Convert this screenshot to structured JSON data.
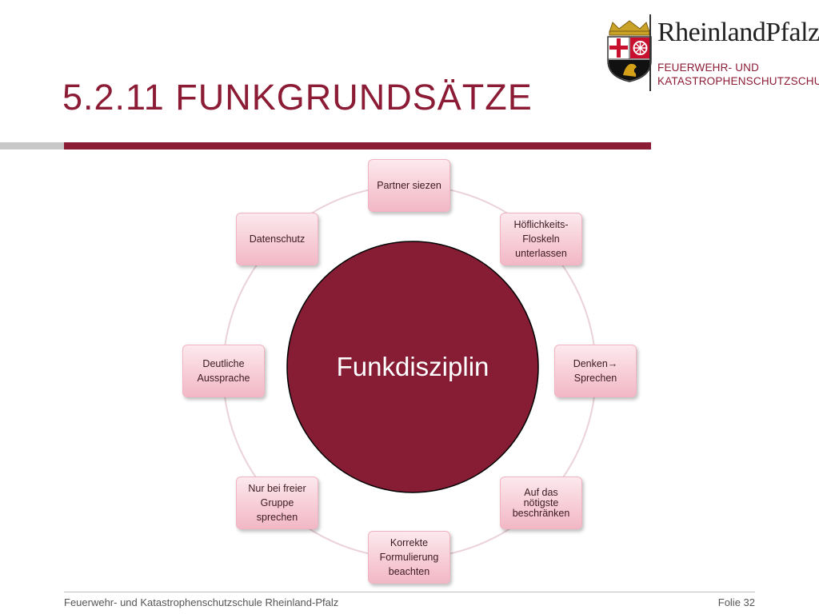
{
  "slide": {
    "title": "5.2.11 FUNKGRUNDSÄTZE"
  },
  "logo": {
    "brand": "RheinlandPfalz",
    "line1": "FEUERWEHR- UND",
    "line2": "KATASTROPHENSCHUTZSCHULE"
  },
  "diagram": {
    "center": "Funkdisziplin",
    "nodes": [
      {
        "id": "partner-siezen",
        "label": "Partner siezen"
      },
      {
        "id": "hoeflichkeit",
        "label": "Höflichkeits-\nFloskeln\nunterlassen"
      },
      {
        "id": "denken",
        "label": "Denken→\nSprechen"
      },
      {
        "id": "noetigste",
        "label": "Auf das\nnötigste\nbeschränken"
      },
      {
        "id": "formulierung",
        "label": "Korrekte\nFormulierung\nbeachten"
      },
      {
        "id": "gruppe",
        "label": "Nur bei freier\nGruppe\nsprechen"
      },
      {
        "id": "aussprache",
        "label": "Deutliche\nAussprache"
      },
      {
        "id": "datenschutz",
        "label": "Datenschutz"
      }
    ]
  },
  "footer": {
    "left": "Feuerwehr- und Katastrophenschutzschule Rheinland-Pfalz",
    "right": "Folie 32"
  },
  "colors": {
    "accent": "#8c1b35",
    "node_fill": "#f7cdd7",
    "ring": "#ead2d8"
  }
}
